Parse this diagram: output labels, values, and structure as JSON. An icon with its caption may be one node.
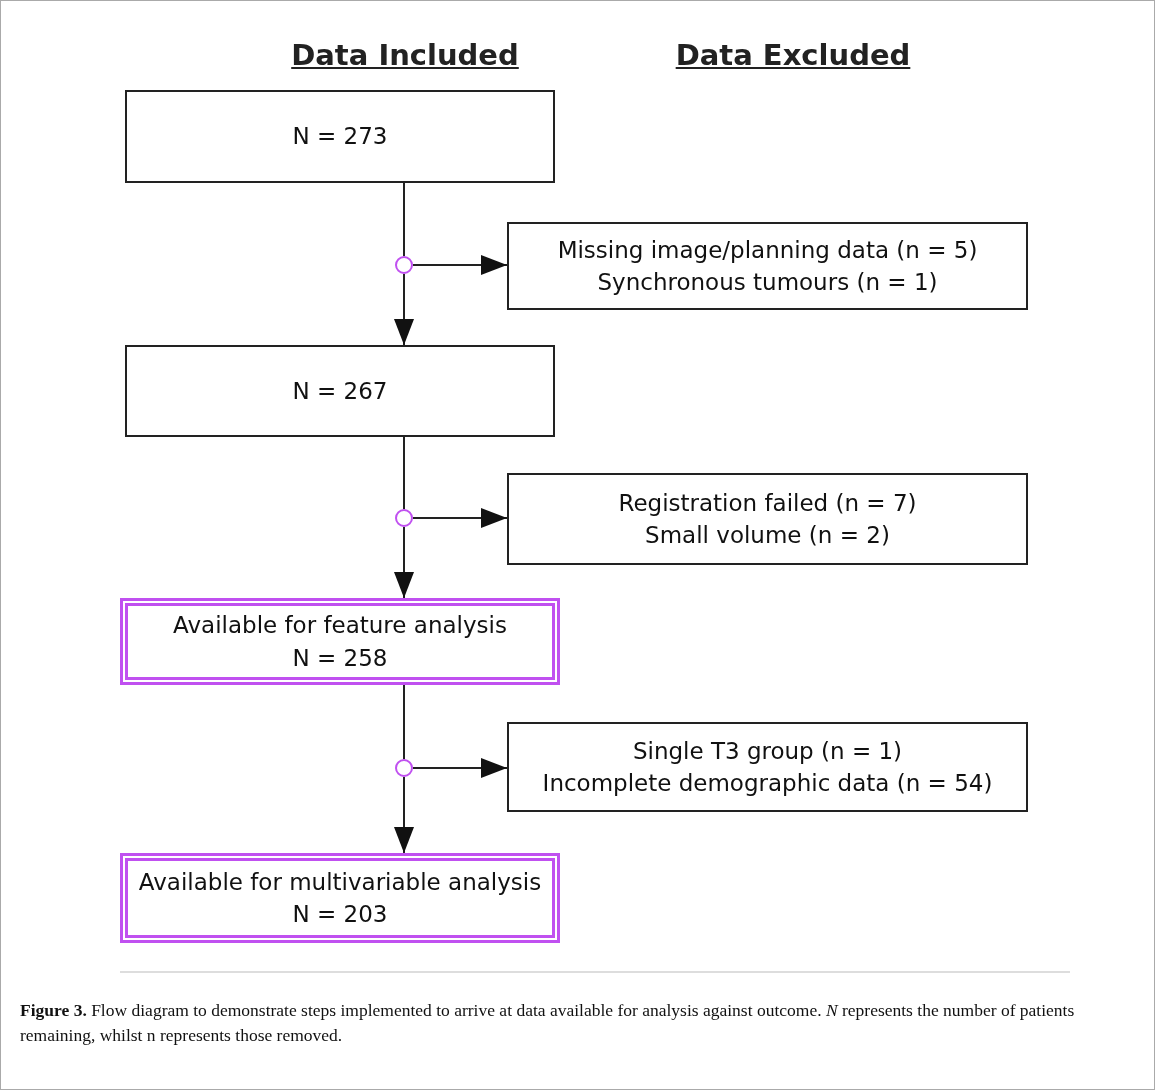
{
  "diagram": {
    "nodes": [
      {
        "text": [
          "N = 273"
        ]
      },
      {
        "text": [],
        "shape": "circle"
      },
      {
        "text": [
          "Missing image/planning data (n = 5)",
          "Synchronous tumours (n = 1)"
        ]
      },
      {
        "text": [
          "N = 267"
        ]
      },
      {
        "text": [],
        "shape": "circle"
      },
      {
        "text": [
          "Registration failed (n = 7)",
          "Small volume (n = 2)"
        ]
      },
      {
        "text": [
          "Available for feature analysis",
          "N = 258"
        ]
      },
      {
        "text": [],
        "shape": "circle"
      },
      {
        "text": [
          "Single T3 group (n = 1)",
          "Incomplete demographic data (n = 54)"
        ]
      },
      {
        "text": [
          "Available for multivariable analysis",
          "N = 203"
        ]
      }
    ],
    "edges": [
      {
        "from": 0,
        "to": 1,
        "arrow": "none"
      },
      {
        "from": 1,
        "to": 3,
        "arrow": "to"
      },
      {
        "from": 1,
        "to": 2,
        "arrow": "to"
      },
      {
        "from": 3,
        "to": 4,
        "arrow": "none"
      },
      {
        "from": 4,
        "to": 6,
        "arrow": "to"
      },
      {
        "from": 4,
        "to": 5,
        "arrow": "to"
      },
      {
        "from": 6,
        "to": 7,
        "arrow": "none"
      },
      {
        "from": 7,
        "to": 9,
        "arrow": "to"
      },
      {
        "from": 7,
        "to": 8,
        "arrow": "to"
      }
    ],
    "labels": [
      "Data Included",
      "Data Excluded"
    ],
    "caption": "**Figure 3.** Flow diagram to demonstrate steps implemented to arrive at data available for analysis against outcome. *N* represents the number of patients remaining, whilst n represents those removed."
  }
}
